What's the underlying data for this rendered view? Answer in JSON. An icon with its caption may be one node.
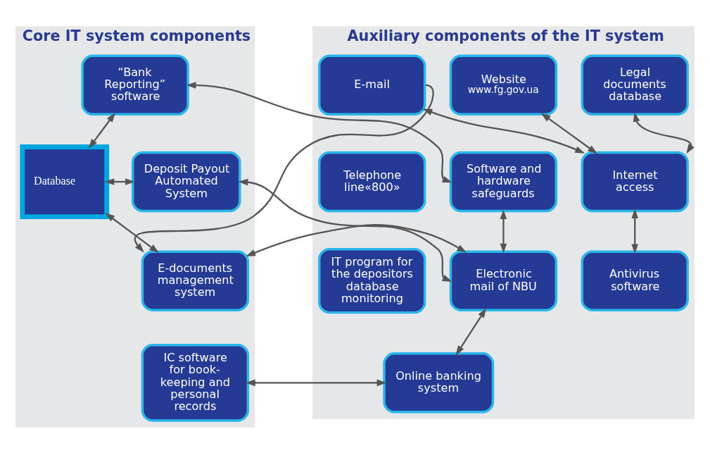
{
  "diagram": {
    "nodes": [
      {
        "text": [
          "Core IT system components"
        ]
      },
      {
        "text": [
          "Auxiliary components of the IT system"
        ]
      },
      {
        "text": [
          "“Bank Reporting” software"
        ],
        "in": 0
      },
      {
        "text": [
          "Database"
        ],
        "in": 0
      },
      {
        "text": [
          "Deposit Payout Automated System"
        ],
        "in": 0
      },
      {
        "text": [
          "E-documents management system"
        ],
        "in": 0
      },
      {
        "text": [
          "IC software for book-keeping and personal records"
        ],
        "in": 0
      },
      {
        "text": [
          "E-mail"
        ],
        "in": 1
      },
      {
        "text": [
          "Website",
          "www.fg.gov.ua"
        ],
        "in": 1
      },
      {
        "text": [
          "Legal documents database"
        ],
        "in": 1
      },
      {
        "text": [
          "Software and hardware safeguards"
        ],
        "in": 1
      },
      {
        "text": [
          "Internet access"
        ],
        "in": 1
      },
      {
        "text": [
          "Telephone line«800»"
        ],
        "in": 1
      },
      {
        "text": [
          "Electronic mail of NBU"
        ],
        "in": 1
      },
      {
        "text": [
          "Antivirus software"
        ],
        "in": 1
      },
      {
        "text": [
          "IT program for the depositors database monitoring"
        ],
        "in": 1
      },
      {
        "text": [
          "Online banking system"
        ],
        "in": 1
      }
    ],
    "edges": [
      {
        "from": 3,
        "to": 2,
        "arrow": "both"
      },
      {
        "from": 3,
        "to": 4,
        "arrow": "both"
      },
      {
        "from": 3,
        "to": 5,
        "arrow": "both"
      },
      {
        "from": 2,
        "to": 10,
        "arrow": "both"
      },
      {
        "from": 7,
        "to": 5,
        "arrow": "to"
      },
      {
        "from": 4,
        "to": 13,
        "arrow": "both"
      },
      {
        "from": 5,
        "to": 13,
        "arrow": "both"
      },
      {
        "from": 10,
        "to": 13,
        "arrow": "both"
      },
      {
        "from": 7,
        "to": 11,
        "arrow": "both"
      },
      {
        "from": 8,
        "to": 11,
        "arrow": "both"
      },
      {
        "from": 9,
        "to": 11,
        "arrow": "both"
      },
      {
        "from": 11,
        "to": 14,
        "arrow": "both"
      },
      {
        "from": 13,
        "to": 16,
        "arrow": "both"
      },
      {
        "from": 6,
        "to": 16,
        "arrow": "both"
      }
    ]
  }
}
